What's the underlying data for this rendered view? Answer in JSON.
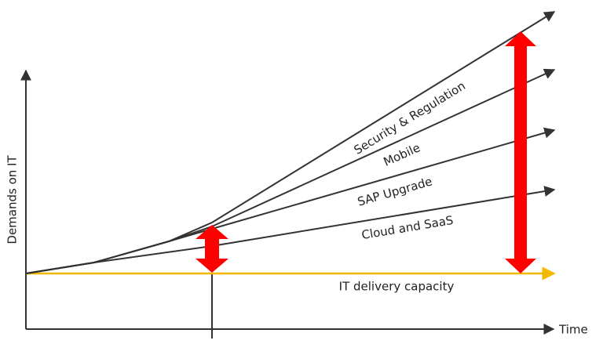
{
  "axes": {
    "x_label": "Time",
    "y_label": "Demands on IT"
  },
  "trend_lines": [
    {
      "id": "security",
      "label": "Security & Regulation"
    },
    {
      "id": "mobile",
      "label": "Mobile"
    },
    {
      "id": "sap",
      "label": "SAP Upgrade"
    },
    {
      "id": "cloud",
      "label": "Cloud and SaaS"
    }
  ],
  "capacity_line": {
    "label": "IT delivery capacity",
    "color": "#F5B800"
  },
  "gap_arrow_color": "#FF0000",
  "line_color": "#333333"
}
